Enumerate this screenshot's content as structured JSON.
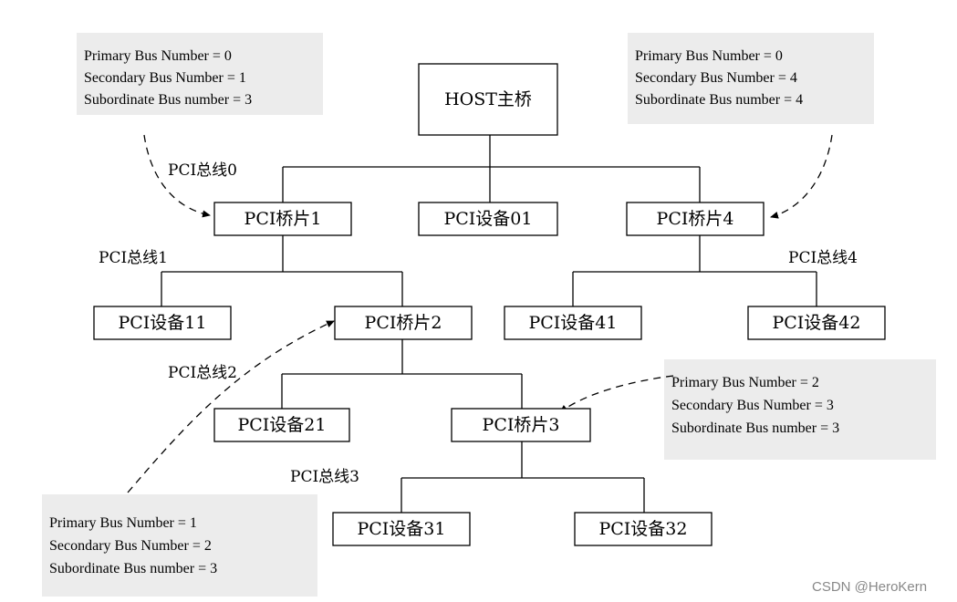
{
  "nodes": {
    "host": "HOST主桥",
    "bridge1": "PCI桥片1",
    "device01": "PCI设备01",
    "bridge4": "PCI桥片4",
    "device11": "PCI设备11",
    "bridge2": "PCI桥片2",
    "device41": "PCI设备41",
    "device42": "PCI设备42",
    "device21": "PCI设备21",
    "bridge3": "PCI桥片3",
    "device31": "PCI设备31",
    "device32": "PCI设备32"
  },
  "buses": {
    "bus0": "PCI总线0",
    "bus1": "PCI总线1",
    "bus2": "PCI总线2",
    "bus3": "PCI总线3",
    "bus4": "PCI总线4"
  },
  "info_boxes": {
    "bridge1": [
      "Primary Bus Number = 0",
      "Secondary Bus Number = 1",
      "Subordinate Bus number = 3"
    ],
    "bridge4": [
      "Primary Bus Number = 0",
      "Secondary Bus Number = 4",
      "Subordinate Bus number = 4"
    ],
    "bridge3": [
      "Primary Bus Number = 2",
      "Secondary Bus Number = 3",
      "Subordinate Bus number = 3"
    ],
    "bridge2": [
      "Primary Bus Number = 1",
      "Secondary Bus Number = 2",
      "Subordinate Bus number = 3"
    ]
  },
  "watermark": "CSDN @HeroKern"
}
